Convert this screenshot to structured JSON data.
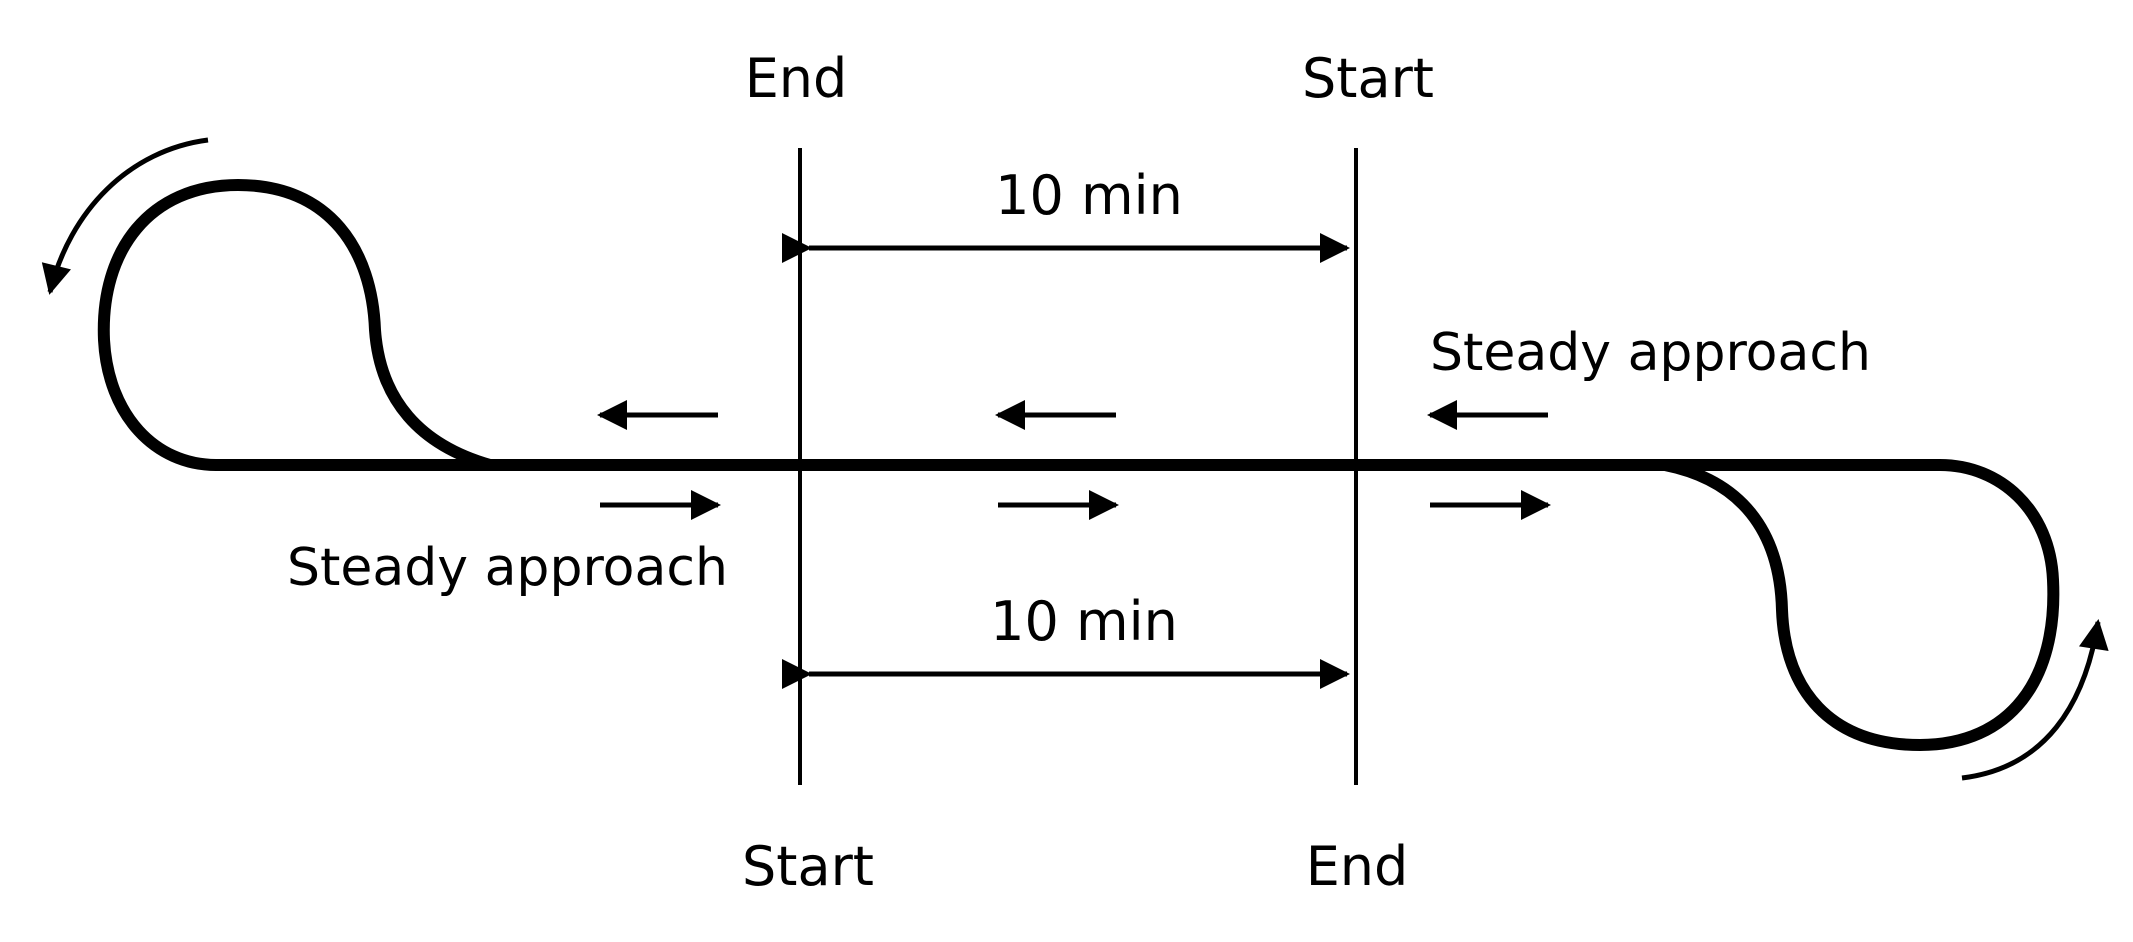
{
  "colors": {
    "ink": "#000000",
    "background": "#ffffff"
  },
  "labels": {
    "top_left_marker": "End",
    "top_right_marker": "Start",
    "bottom_left_marker": "Start",
    "bottom_right_marker": "End",
    "top_duration": "10 min",
    "bottom_duration": "10 min",
    "right_approach": "Steady approach",
    "left_approach": "Steady approach"
  }
}
